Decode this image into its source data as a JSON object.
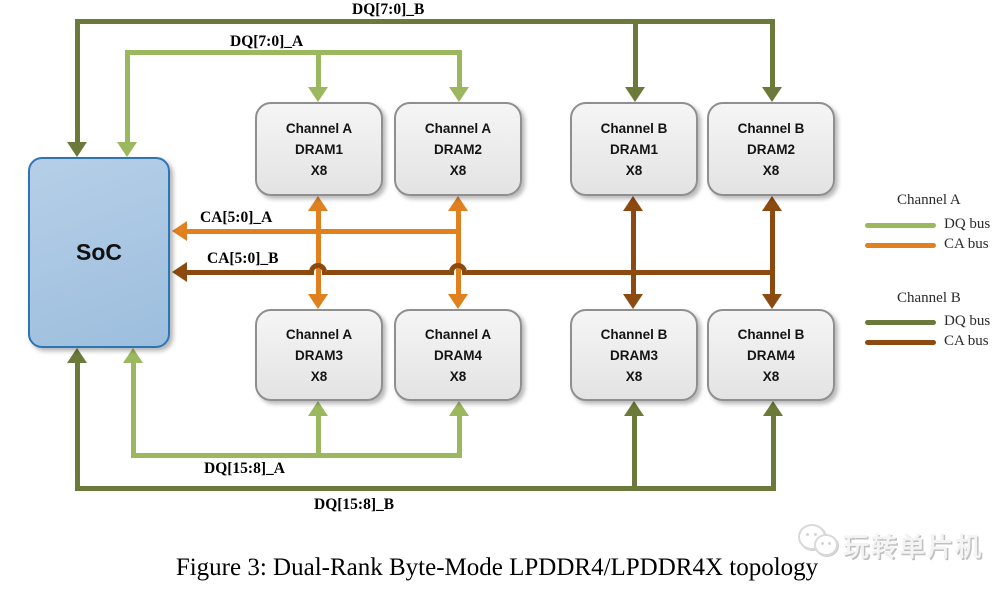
{
  "diagram": {
    "soc": {
      "label": "SoC"
    },
    "blocks": [
      {
        "lines": [
          "Channel A",
          "DRAM1",
          "X8"
        ]
      },
      {
        "lines": [
          "Channel A",
          "DRAM2",
          "X8"
        ]
      },
      {
        "lines": [
          "Channel B",
          "DRAM1",
          "X8"
        ]
      },
      {
        "lines": [
          "Channel B",
          "DRAM2",
          "X8"
        ]
      },
      {
        "lines": [
          "Channel A",
          "DRAM3",
          "X8"
        ]
      },
      {
        "lines": [
          "Channel A",
          "DRAM4",
          "X8"
        ]
      },
      {
        "lines": [
          "Channel B",
          "DRAM3",
          "X8"
        ]
      },
      {
        "lines": [
          "Channel B",
          "DRAM4",
          "X8"
        ]
      }
    ],
    "bus_labels": {
      "dq_hi_b": "DQ[7:0]_B",
      "dq_hi_a": "DQ[7:0]_A",
      "ca_a": "CA[5:0]_A",
      "ca_b": "CA[5:0]_B",
      "dq_lo_a": "DQ[15:8]_A",
      "dq_lo_b": "DQ[15:8]_B"
    },
    "colors": {
      "channel_a_dq_bus": "#9cb85f",
      "channel_a_ca_bus": "#e0801f",
      "channel_b_dq_bus": "#6b7a3a",
      "channel_b_ca_bus": "#8c4a10",
      "soc_fill": "#a9c7e4",
      "soc_border": "#2e75b6",
      "dram_fill": "#ededed",
      "dram_border": "#8f8f8f"
    }
  },
  "legend": {
    "channel_a": {
      "title": "Channel A",
      "dq_label": "DQ bus",
      "ca_label": "CA bus"
    },
    "channel_b": {
      "title": "Channel B",
      "dq_label": "DQ bus",
      "ca_label": "CA bus"
    }
  },
  "caption": "Figure 3: Dual-Rank Byte-Mode LPDDR4/LPDDR4X topology",
  "watermark": {
    "text": "玩转单片机"
  }
}
